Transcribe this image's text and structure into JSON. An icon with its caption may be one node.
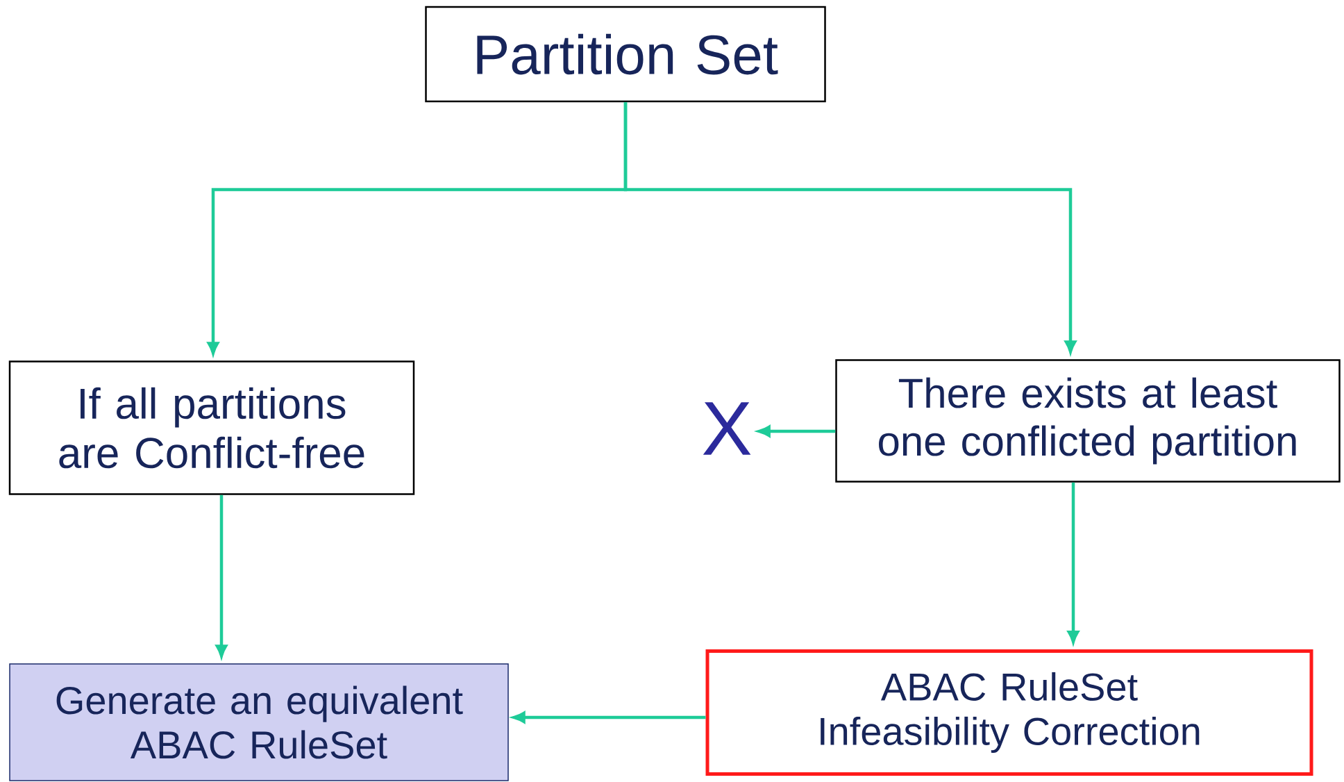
{
  "diagram": {
    "nodes": [
      {
        "text": [
          "Partition Set"
        ]
      },
      {
        "text": [
          "If all partitions are Conflict-free"
        ]
      },
      {
        "text": [
          "There exists at least one conflicted partition"
        ]
      },
      {
        "text": [
          "X"
        ]
      },
      {
        "text": [
          "Generate an equivalent ABAC RuleSet"
        ]
      },
      {
        "text": [
          "ABAC RuleSet Infeasibility Correction"
        ]
      }
    ],
    "edges": [
      {
        "from": 0,
        "to": 1,
        "arrow": "to"
      },
      {
        "from": 0,
        "to": 2,
        "arrow": "to"
      },
      {
        "from": 2,
        "to": 3,
        "arrow": "to"
      },
      {
        "from": 1,
        "to": 4,
        "arrow": "to"
      },
      {
        "from": 2,
        "to": 5,
        "arrow": "to"
      },
      {
        "from": 5,
        "to": 4,
        "arrow": "to"
      }
    ]
  }
}
